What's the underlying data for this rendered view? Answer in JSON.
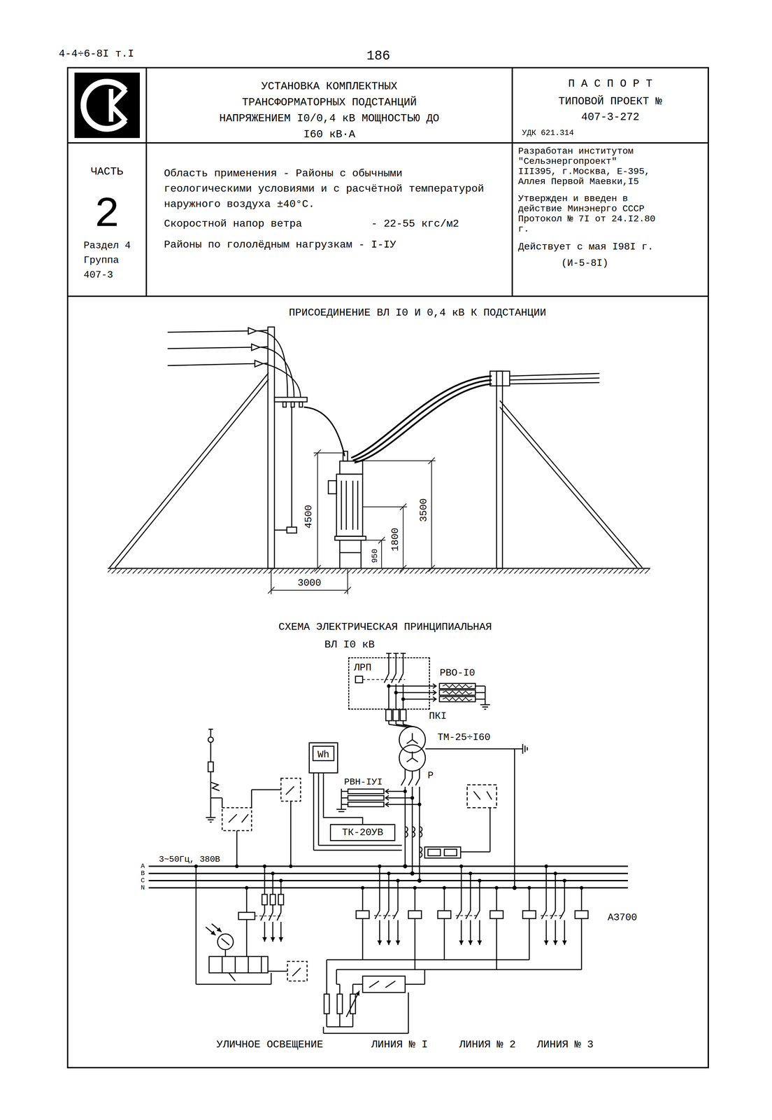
{
  "diagram": {
    "nodes": [
      {
        "text": [
          "УСТАНОВКА КОМПЛЕКТНЫХ ТРАНСФОРМАТОРНЫХ ПОДСТАНЦИЙ НАПРЯЖЕНИЕМ I0/0,4 кВ МОЩНОСТЬЮ ДО I60 кВ·А"
        ]
      },
      {
        "text": [
          "П А С П О Р Т",
          "ТИПОВОЙ ПРОЕКТ № 407-3-272",
          "УДК 621.314"
        ]
      },
      {
        "text": [
          "ЧАСТЬ",
          "2",
          "Раздел 4 Группа 407-3"
        ]
      },
      {
        "text": [
          "Область применения - Районы с обычными геологическими условиями и с расчётной температурой наружного воздуха ±40°С.",
          "Скоростной напор ветра",
          "- 22-55 кгс/м2",
          "Районы по гололёдным нагрузкам - I-IУ"
        ]
      },
      {
        "text": [
          "Разработан институтом \"Сельэнергопроект\" III395, г.Москва, Е-395, Аллея Первой Маевки,I5",
          "Утвержден и введен в действие Минэнерго СССР Протокол № 7I от 24.I2.80 г.",
          "Действует с мая I98I г.",
          "(И-5-8I)"
        ]
      },
      {
        "text": [
          "ЛРП"
        ]
      },
      {
        "text": [
          "Wh"
        ]
      },
      {
        "text": [
          "ТК-20УВ"
        ]
      }
    ],
    "edges": [
      {
        "from": 6,
        "to": 7,
        "arrow": "none"
      }
    ],
    "labels": [
      "4-4÷6-8I т.I",
      "186",
      "ПРИСОЕДИНЕНИЕ ВЛ I0 И 0,4 кВ К ПОДСТАНЦИИ",
      "4500",
      "3500",
      "1800",
      "950",
      "3000",
      "СХЕМА ЭЛЕКТРИЧЕСКАЯ ПРИНЦИПИАЛЬНАЯ",
      "ВЛ I0 кВ",
      "РВО-I0",
      "ПКI",
      "ТМ-25÷I60",
      "РВН-IУI",
      "Р",
      "3~50Гц, 380В",
      "А",
      "В",
      "С",
      "N",
      "АЗ700",
      "УЛИЧНОЕ ОСВЕЩЕНИЕ",
      "ЛИНИЯ № I",
      "ЛИНИЯ № 2",
      "ЛИНИЯ № 3"
    ]
  }
}
